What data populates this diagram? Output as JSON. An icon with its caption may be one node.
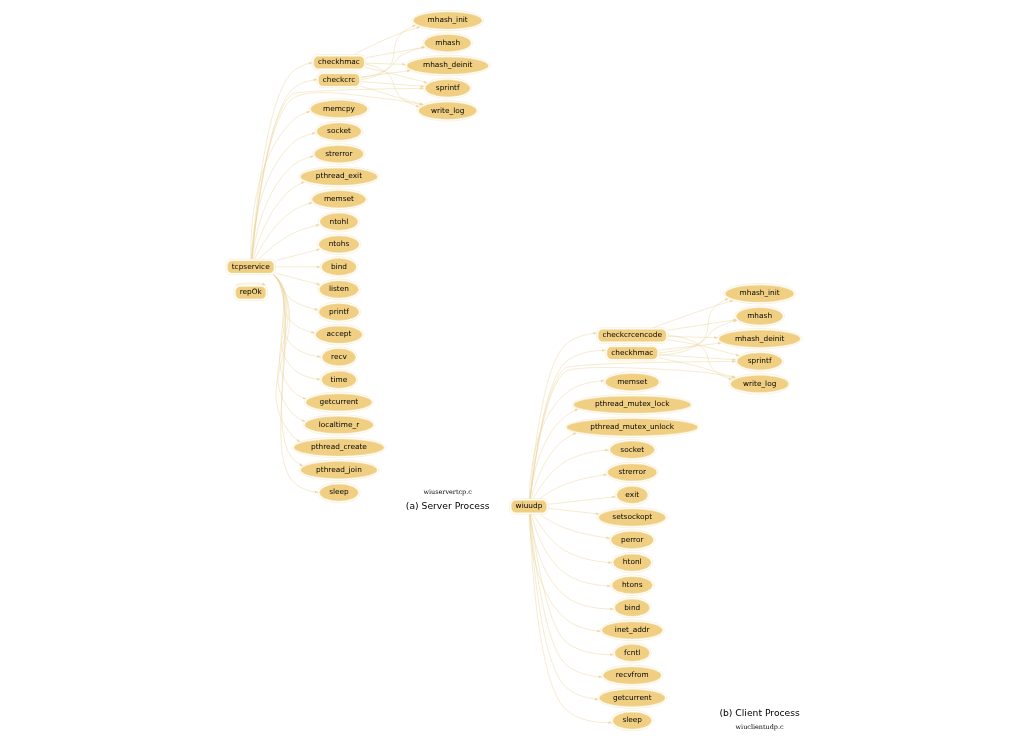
{
  "diagram": {
    "nodes": [
      {
        "text": [
          "repOk"
        ]
      },
      {
        "text": [
          "tcpservice"
        ]
      },
      {
        "text": [
          "checkcrc"
        ]
      },
      {
        "text": [
          "checkhmac"
        ]
      },
      {
        "text": [
          "mhash_init"
        ]
      },
      {
        "text": [
          "mhash"
        ]
      },
      {
        "text": [
          "mhash_deinit"
        ]
      },
      {
        "text": [
          "write_log"
        ]
      },
      {
        "text": [
          "sprintf"
        ]
      },
      {
        "text": [
          "memcpy"
        ]
      },
      {
        "text": [
          "socket"
        ]
      },
      {
        "text": [
          "strerror"
        ]
      },
      {
        "text": [
          "pthread_exit"
        ]
      },
      {
        "text": [
          "memset"
        ]
      },
      {
        "text": [
          "ntohl"
        ]
      },
      {
        "text": [
          "ntohs"
        ]
      },
      {
        "text": [
          "bind"
        ]
      },
      {
        "text": [
          "listen"
        ]
      },
      {
        "text": [
          "printf"
        ]
      },
      {
        "text": [
          "accept"
        ]
      },
      {
        "text": [
          "recv"
        ]
      },
      {
        "text": [
          "time"
        ]
      },
      {
        "text": [
          "getcurrent"
        ]
      },
      {
        "text": [
          "localtime_r"
        ]
      },
      {
        "text": [
          "pthread_create"
        ]
      },
      {
        "text": [
          "pthread_join"
        ]
      },
      {
        "text": [
          "sleep"
        ]
      },
      {
        "text": [
          "wiuudp"
        ]
      },
      {
        "text": [
          "checkcrcencode"
        ]
      },
      {
        "text": [
          "checkhmac"
        ]
      },
      {
        "text": [
          "mhash_init"
        ]
      },
      {
        "text": [
          "mhash"
        ]
      },
      {
        "text": [
          "mhash_deinit"
        ]
      },
      {
        "text": [
          "write_log"
        ]
      },
      {
        "text": [
          "sprintf"
        ]
      },
      {
        "text": [
          "memset"
        ]
      },
      {
        "text": [
          "pthread_mutex_lock"
        ]
      },
      {
        "text": [
          "pthread_mutex_unlock"
        ]
      },
      {
        "text": [
          "socket"
        ]
      },
      {
        "text": [
          "strerror"
        ]
      },
      {
        "text": [
          "exit"
        ]
      },
      {
        "text": [
          "setsockopt"
        ]
      },
      {
        "text": [
          "perror"
        ]
      },
      {
        "text": [
          "htonl"
        ]
      },
      {
        "text": [
          "htons"
        ]
      },
      {
        "text": [
          "bind"
        ]
      },
      {
        "text": [
          "inet_addr"
        ]
      },
      {
        "text": [
          "fcntl"
        ]
      },
      {
        "text": [
          "recvfrom"
        ]
      },
      {
        "text": [
          "getcurrent"
        ]
      },
      {
        "text": [
          "sleep"
        ]
      }
    ],
    "edges": [
      {
        "from": 0,
        "to": 0,
        "arrow": "to"
      },
      {
        "from": 1,
        "to": 2,
        "arrow": "to"
      },
      {
        "from": 1,
        "to": 3,
        "arrow": "to"
      },
      {
        "from": 1,
        "to": 7,
        "arrow": "to"
      },
      {
        "from": 1,
        "to": 8,
        "arrow": "to"
      },
      {
        "from": 1,
        "to": 9,
        "arrow": "to"
      },
      {
        "from": 1,
        "to": 10,
        "arrow": "to"
      },
      {
        "from": 1,
        "to": 11,
        "arrow": "to"
      },
      {
        "from": 1,
        "to": 12,
        "arrow": "to"
      },
      {
        "from": 1,
        "to": 13,
        "arrow": "to"
      },
      {
        "from": 1,
        "to": 14,
        "arrow": "to"
      },
      {
        "from": 1,
        "to": 15,
        "arrow": "to"
      },
      {
        "from": 1,
        "to": 16,
        "arrow": "to"
      },
      {
        "from": 1,
        "to": 17,
        "arrow": "to"
      },
      {
        "from": 1,
        "to": 18,
        "arrow": "to"
      },
      {
        "from": 1,
        "to": 19,
        "arrow": "to"
      },
      {
        "from": 1,
        "to": 20,
        "arrow": "to"
      },
      {
        "from": 1,
        "to": 21,
        "arrow": "to"
      },
      {
        "from": 1,
        "to": 22,
        "arrow": "to"
      },
      {
        "from": 1,
        "to": 23,
        "arrow": "to"
      },
      {
        "from": 1,
        "to": 24,
        "arrow": "to"
      },
      {
        "from": 1,
        "to": 25,
        "arrow": "to"
      },
      {
        "from": 1,
        "to": 26,
        "arrow": "to"
      },
      {
        "from": 2,
        "to": 4,
        "arrow": "to"
      },
      {
        "from": 2,
        "to": 5,
        "arrow": "to"
      },
      {
        "from": 2,
        "to": 6,
        "arrow": "to"
      },
      {
        "from": 2,
        "to": 7,
        "arrow": "to"
      },
      {
        "from": 2,
        "to": 8,
        "arrow": "to"
      },
      {
        "from": 3,
        "to": 4,
        "arrow": "to"
      },
      {
        "from": 3,
        "to": 5,
        "arrow": "to"
      },
      {
        "from": 3,
        "to": 6,
        "arrow": "to"
      },
      {
        "from": 3,
        "to": 7,
        "arrow": "to"
      },
      {
        "from": 3,
        "to": 8,
        "arrow": "to"
      },
      {
        "from": 27,
        "to": 28,
        "arrow": "to"
      },
      {
        "from": 27,
        "to": 29,
        "arrow": "to"
      },
      {
        "from": 27,
        "to": 33,
        "arrow": "to"
      },
      {
        "from": 27,
        "to": 34,
        "arrow": "to"
      },
      {
        "from": 27,
        "to": 35,
        "arrow": "to"
      },
      {
        "from": 27,
        "to": 36,
        "arrow": "to"
      },
      {
        "from": 27,
        "to": 37,
        "arrow": "to"
      },
      {
        "from": 27,
        "to": 38,
        "arrow": "to"
      },
      {
        "from": 27,
        "to": 39,
        "arrow": "to"
      },
      {
        "from": 27,
        "to": 40,
        "arrow": "to"
      },
      {
        "from": 27,
        "to": 41,
        "arrow": "to"
      },
      {
        "from": 27,
        "to": 42,
        "arrow": "to"
      },
      {
        "from": 27,
        "to": 43,
        "arrow": "to"
      },
      {
        "from": 27,
        "to": 44,
        "arrow": "to"
      },
      {
        "from": 27,
        "to": 45,
        "arrow": "to"
      },
      {
        "from": 27,
        "to": 46,
        "arrow": "to"
      },
      {
        "from": 27,
        "to": 47,
        "arrow": "to"
      },
      {
        "from": 27,
        "to": 48,
        "arrow": "to"
      },
      {
        "from": 27,
        "to": 49,
        "arrow": "to"
      },
      {
        "from": 27,
        "to": 50,
        "arrow": "to"
      },
      {
        "from": 28,
        "to": 30,
        "arrow": "to"
      },
      {
        "from": 28,
        "to": 31,
        "arrow": "to"
      },
      {
        "from": 28,
        "to": 32,
        "arrow": "to"
      },
      {
        "from": 28,
        "to": 33,
        "arrow": "to"
      },
      {
        "from": 28,
        "to": 34,
        "arrow": "to"
      },
      {
        "from": 29,
        "to": 30,
        "arrow": "to"
      },
      {
        "from": 29,
        "to": 31,
        "arrow": "to"
      },
      {
        "from": 29,
        "to": 32,
        "arrow": "to"
      },
      {
        "from": 29,
        "to": 33,
        "arrow": "to"
      },
      {
        "from": 29,
        "to": 34,
        "arrow": "to"
      }
    ],
    "labels": [
      "wiuservertcp.c",
      "wiuclientudp.c",
      "(a) Server Process",
      "(b) Client Process"
    ]
  }
}
